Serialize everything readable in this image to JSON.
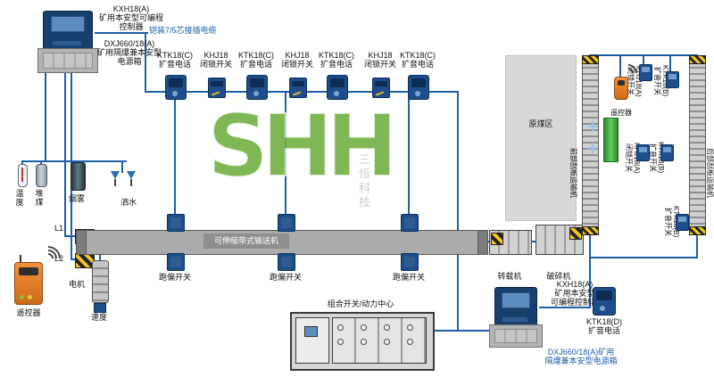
{
  "colors": {
    "wire_blue": "#1e5fa8",
    "device_blue": "#1d4e89",
    "hazard_yellow": "#f3c51a",
    "logo_green": "#6fae3e"
  },
  "watermark": {
    "text": "SHH",
    "sub": "三恒科技"
  },
  "top_left": {
    "controller": "KXH18(A)\n矿用本安型可编程\n控制器",
    "power": "DXJ660/18(A)\n矿用隔爆兼本安型\n电源箱",
    "cable": "铠装7/5芯接插电缆"
  },
  "phone_row": [
    {
      "label": "KTK18(C)\n扩音电话"
    },
    {
      "label": "KHJ18\n闭锁开关"
    },
    {
      "label": "KTK18(C)\n扩音电话"
    },
    {
      "label": "KHJ18\n闭锁开关"
    },
    {
      "label": "KTK18(C)\n扩音电话"
    },
    {
      "label": "KHJ18\n闭锁开关"
    },
    {
      "label": "KTK18(C)\n扩音电话"
    }
  ],
  "left_side": {
    "temperature": "温\n度",
    "coal_pile": "堆\n煤",
    "smoke": "烟雾",
    "spray": "洒水",
    "line1": "L1",
    "line2": "L2",
    "motor": "电机",
    "speed": "速度",
    "remote": "遥控器"
  },
  "belt": {
    "name": "可伸缩带式输送机",
    "deviation_switches": [
      "跑偏开关",
      "跑偏开关",
      "跑偏开关"
    ],
    "transfer": "转载机",
    "crusher": "破碎机"
  },
  "right_side": {
    "coal_area": "原煤区",
    "front_scraper": "前部刮板运输机",
    "rear_scraper": "后部刮板运输机",
    "remote": "遥控器",
    "devices": [
      {
        "label": "KHJ18(A)\n闭锁开关"
      },
      {
        "label": "KTK18(B)\n扩音开关"
      },
      {
        "label": "KHJ18(A)\n闭锁开关"
      },
      {
        "label": "KTK18(B)\n扩音开关"
      },
      {
        "label": "KTK18(B)\n扩音开关"
      }
    ]
  },
  "bottom": {
    "power_center": "组合开关/动力中心",
    "controller": "KXH18(A)\n矿用本安型\n可编程控制器",
    "phone": "KTK18(D)\n扩音电话",
    "power": "DXJ660/18(A)矿用\n隔爆兼本安型电源箱"
  }
}
